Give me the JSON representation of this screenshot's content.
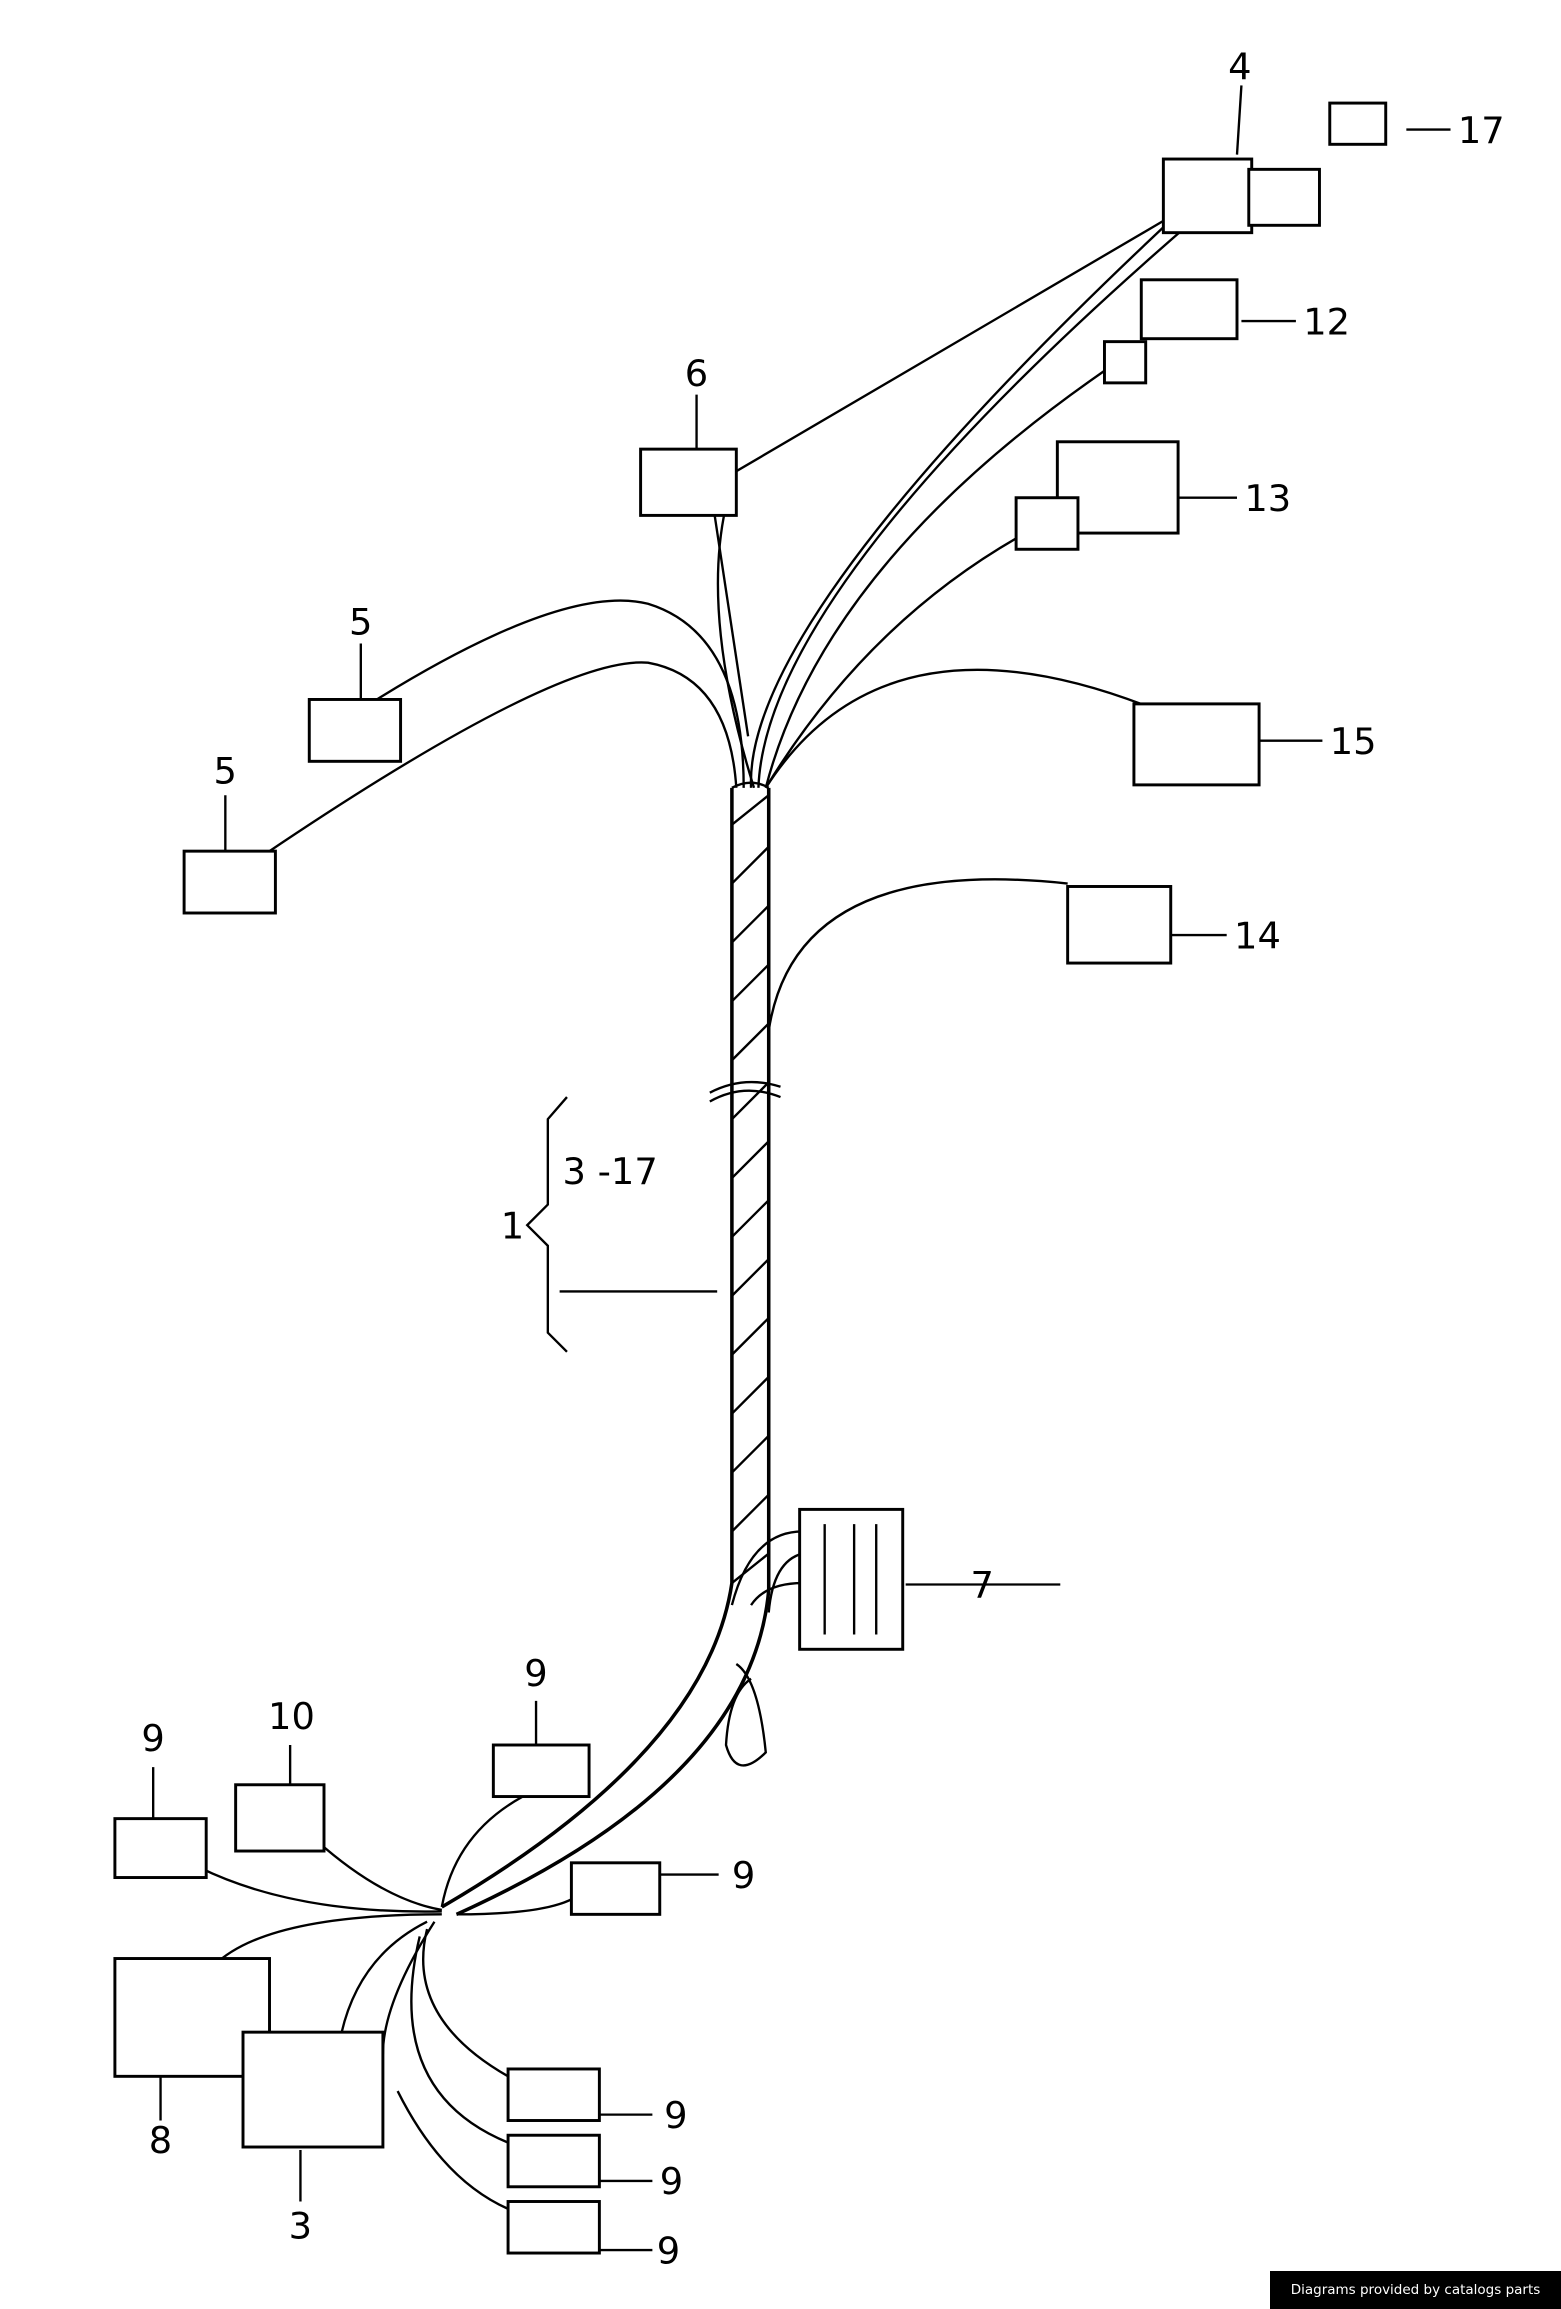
{
  "callouts": {
    "c4": "4",
    "c17": "17",
    "c12": "12",
    "c6": "6",
    "c13": "13",
    "c5a": "5",
    "c5b": "5",
    "c15": "15",
    "c14": "14",
    "range": "3 -17",
    "c1": "1",
    "c7": "7",
    "c9a": "9",
    "c10": "10",
    "c9b": "9",
    "c9c": "9",
    "c8": "8",
    "c9d": "9",
    "c9e": "9",
    "c3": "3",
    "c9f": "9"
  },
  "footer": "Diagrams provided by catalogs parts"
}
